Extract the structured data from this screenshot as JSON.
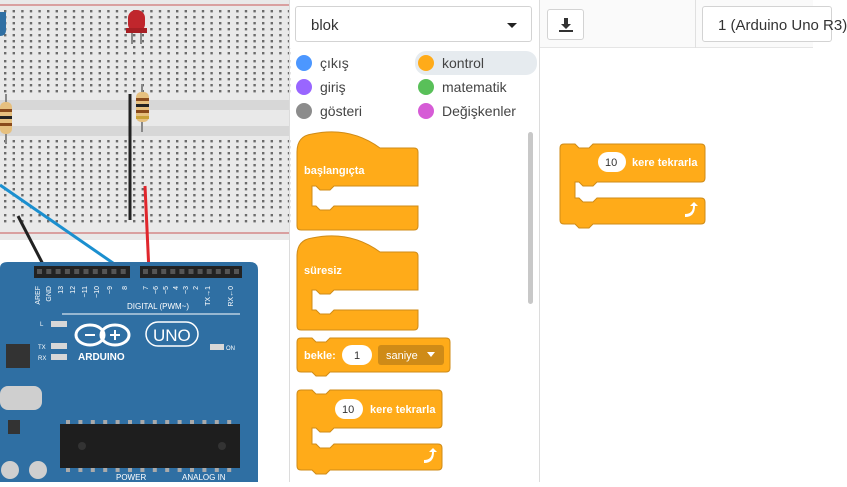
{
  "circuit": {
    "board_name": "ARDUINO",
    "board_model": "UNO",
    "digital_label": "DIGITAL (PWM~)",
    "power_label": "POWER",
    "analog_label": "ANALOG IN",
    "on_label": "ON",
    "led_labels": [
      "L",
      "TX",
      "RX"
    ],
    "header_pins": [
      "AREF",
      "GND",
      "13",
      "12",
      "~11",
      "~10",
      "~9",
      "8",
      "7",
      "~6",
      "~5",
      "4",
      "~3",
      "2",
      "TX→1",
      "RX←0"
    ],
    "wire_colors": {
      "black": "#222222",
      "blue": "#1b8fcf",
      "red": "#e0262c"
    },
    "board_color": "#2f6fa3",
    "led_color": "#c0262c"
  },
  "toolbar": {
    "mode_select": "blok",
    "device_select": "1 (Arduino Uno R3)"
  },
  "categories": [
    {
      "label": "çıkış",
      "color": "#4c97ff"
    },
    {
      "label": "kontrol",
      "color": "#ffab19",
      "active": true
    },
    {
      "label": "giriş",
      "color": "#9966ff"
    },
    {
      "label": "matematik",
      "color": "#59c059"
    },
    {
      "label": "gösteri",
      "color": "#8c8c8c"
    },
    {
      "label": "Değişkenler",
      "color": "#d65cd6"
    }
  ],
  "palette": {
    "hat_start": "başlangıçta",
    "hat_forever": "süresiz",
    "wait_label": "bekle:",
    "wait_value": "1",
    "wait_unit": "saniye",
    "repeat_value": "10",
    "repeat_label": "kere tekrarla"
  },
  "workspace": {
    "repeat_value": "10",
    "repeat_label": "kere tekrarla"
  },
  "colors": {
    "control_block": "#ffab19",
    "control_block_dark": "#cf8b17"
  }
}
